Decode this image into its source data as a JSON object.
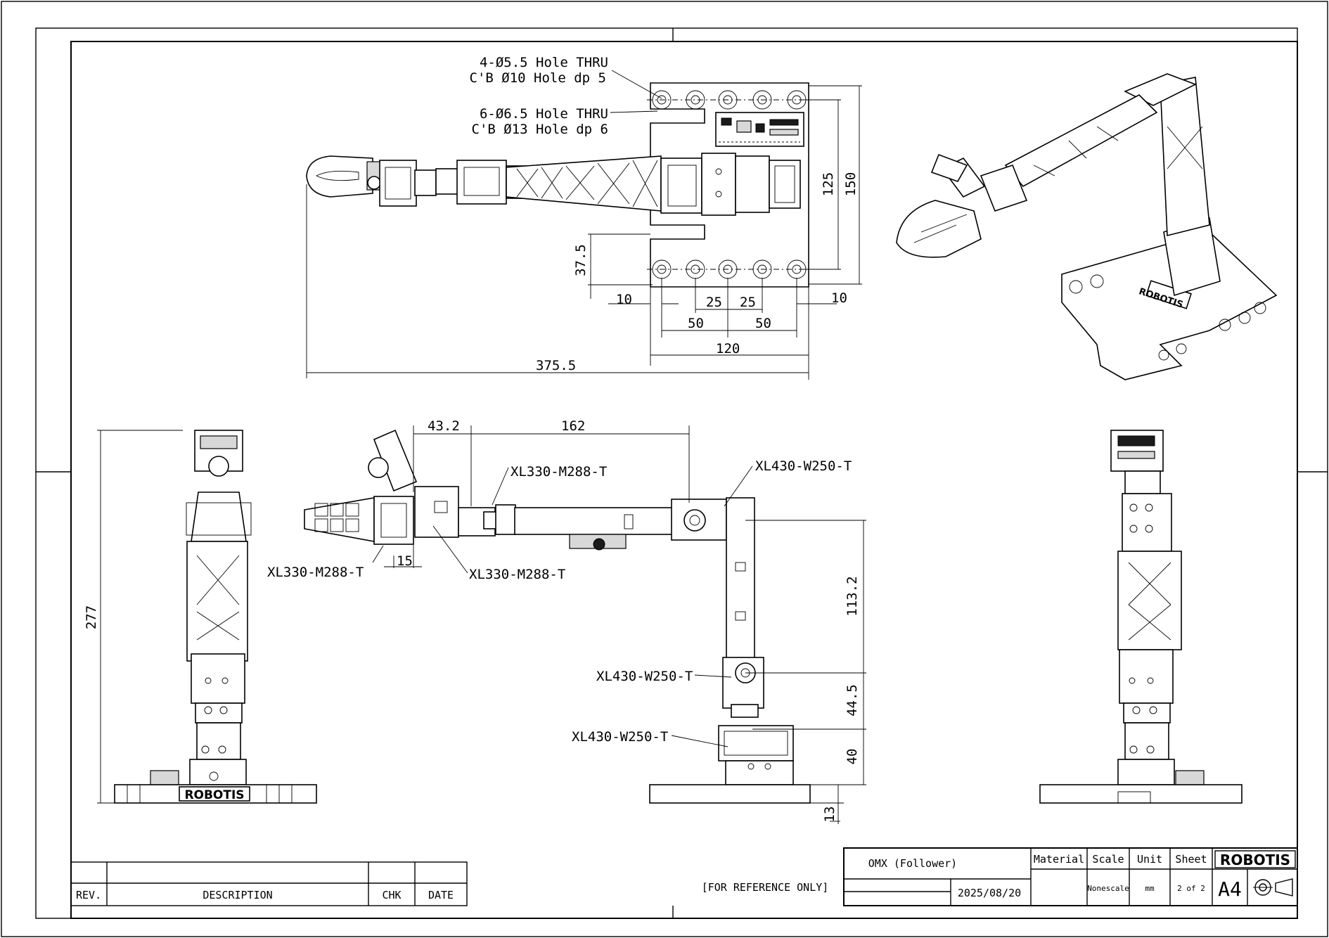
{
  "notes": {
    "hole_a_line1": "4-Ø5.5 Hole THRU",
    "hole_a_line2": "C'B Ø10 Hole dp 5",
    "hole_b_line1": "6-Ø6.5 Hole THRU",
    "hole_b_line2": "C'B Ø13 Hole dp 6"
  },
  "dimensions": {
    "d125": "125",
    "d150": "150",
    "d37_5": "37.5",
    "d10_left": "10",
    "d25_left": "25",
    "d25_right": "25",
    "d10_right": "10",
    "d50_left": "50",
    "d50_right": "50",
    "d120": "120",
    "d375_5": "375.5",
    "d43_2": "43.2",
    "d162": "162",
    "d277": "277",
    "d15": "15",
    "d113_2": "113.2",
    "d44_5": "44.5",
    "d40": "40",
    "d13": "13"
  },
  "part_labels": {
    "xl330_top": "XL330-M288-T",
    "xl330_left": "XL330-M288-T",
    "xl330_bottom": "XL330-M288-T",
    "xl430_top": "XL430-W250-T",
    "xl430_mid": "XL430-W250-T",
    "xl430_low": "XL430-W250-T"
  },
  "logos": {
    "base_logo": "ROBOTIS",
    "title_logo": "ROBOTIS"
  },
  "revision_block": {
    "rev_header": "REV.",
    "description_header": "DESCRIPTION",
    "chk_header": "CHK",
    "date_header": "DATE"
  },
  "reference_note": "[FOR REFERENCE ONLY]",
  "title_block": {
    "title": "OMX (Follower)",
    "date": "2025/08/20",
    "material_label": "Material",
    "scale_label": "Scale",
    "scale_value": "Nonescale",
    "unit_label": "Unit",
    "unit_value": "mm",
    "sheet_label": "Sheet",
    "sheet_value": "2 of 2",
    "paper_size": "A4"
  }
}
